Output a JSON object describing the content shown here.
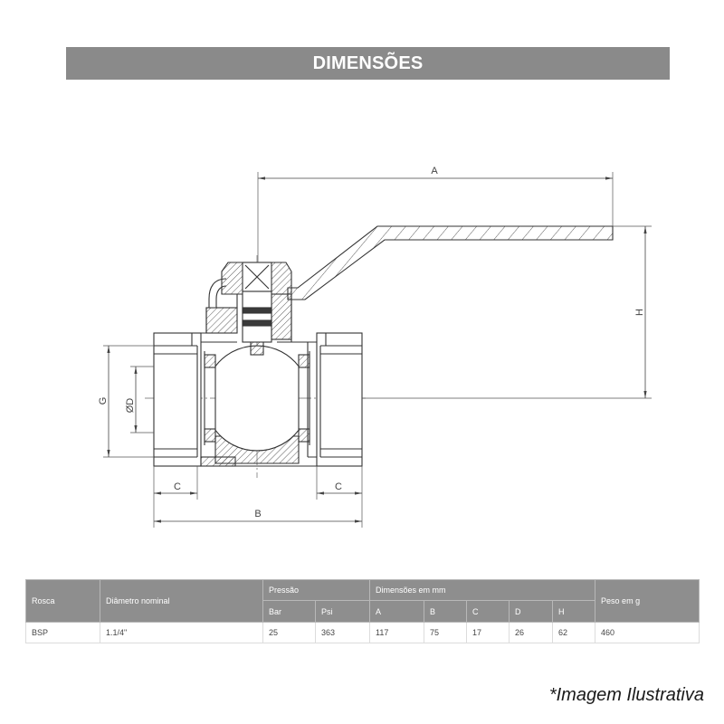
{
  "banner": {
    "title": "DIMENSÕES"
  },
  "drawing": {
    "dim_a": "A",
    "dim_h": "H",
    "dim_g": "G",
    "dim_d": "ØD",
    "dim_c_left": "C",
    "dim_c_right": "C",
    "dim_b": "B"
  },
  "table": {
    "headers": {
      "rosca": "Rosca",
      "diametro": "Diâmetro nominal",
      "pressao": "Pressão",
      "bar": "Bar",
      "psi": "Psi",
      "dimensoes": "Dimensões em mm",
      "a": "A",
      "b": "B",
      "c": "C",
      "d": "D",
      "h": "H",
      "peso": "Peso em g"
    },
    "rows": [
      {
        "rosca": "BSP",
        "diametro": "1.1/4\"",
        "bar": "25",
        "psi": "363",
        "a": "117",
        "b": "75",
        "c": "17",
        "d": "26",
        "h": "62",
        "peso": "460"
      }
    ]
  },
  "caption": "*Imagem Ilustrativa",
  "colors": {
    "banner_bg": "#8a8a8a",
    "table_header_bg": "#8e8e8e",
    "line": "#333333"
  }
}
